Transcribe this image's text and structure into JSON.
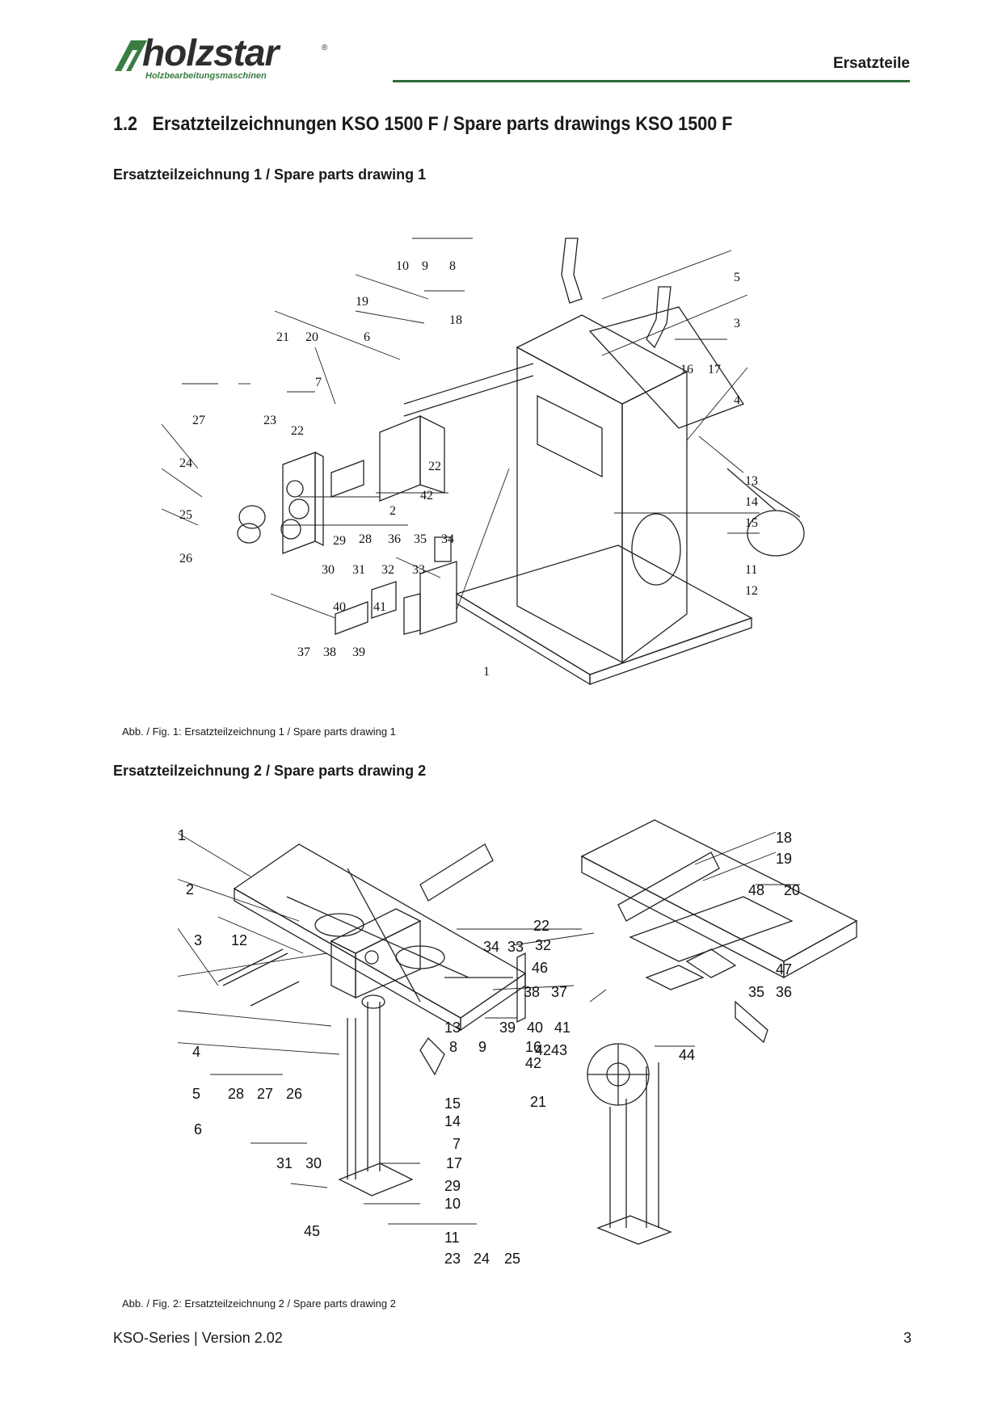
{
  "header": {
    "brand": "holzstar",
    "brand_tagline": "Holzbearbeitungsmaschinen",
    "section": "Ersatzteile",
    "accent_color": "#2f6b3c"
  },
  "title": {
    "number": "1.2",
    "text": "Ersatzteilzeichnungen KSO 1500 F / Spare parts drawings KSO 1500 F"
  },
  "drawing1": {
    "heading": "Ersatzteilzeichnung 1 / Spare parts drawing 1",
    "caption": "Abb. / Fig. 1: Ersatzteilzeichnung 1 / Spare parts drawing 1",
    "callouts": [
      "10",
      "9",
      "8",
      "5",
      "19",
      "18",
      "3",
      "21",
      "20",
      "6",
      "16",
      "17",
      "4",
      "7",
      "27",
      "23",
      "22",
      "24",
      "22",
      "42",
      "13",
      "14",
      "15",
      "25",
      "2",
      "29",
      "28",
      "36",
      "35",
      "34",
      "11",
      "26",
      "30",
      "31",
      "32",
      "33",
      "12",
      "40",
      "41",
      "37",
      "38",
      "39",
      "1"
    ]
  },
  "drawing2": {
    "heading": "Ersatzteilzeichnung 2 / Spare parts drawing 2",
    "caption": "Abb. / Fig. 2: Ersatzteilzeichnung 2 / Spare parts drawing 2",
    "callouts": [
      "1",
      "18",
      "19",
      "48",
      "20",
      "2",
      "22",
      "34",
      "33",
      "32",
      "3",
      "12",
      "46",
      "47",
      "38",
      "37",
      "35",
      "36",
      "13",
      "39",
      "40",
      "41",
      "4",
      "8",
      "9",
      "16",
      "42",
      "43",
      "44",
      "5",
      "28",
      "27",
      "26",
      "21",
      "15",
      "6",
      "14",
      "7",
      "17",
      "31",
      "30",
      "29",
      "10",
      "45",
      "11",
      "23",
      "24",
      "25"
    ]
  },
  "footer": {
    "left": "KSO-Series | Version 2.02",
    "page": "3"
  }
}
